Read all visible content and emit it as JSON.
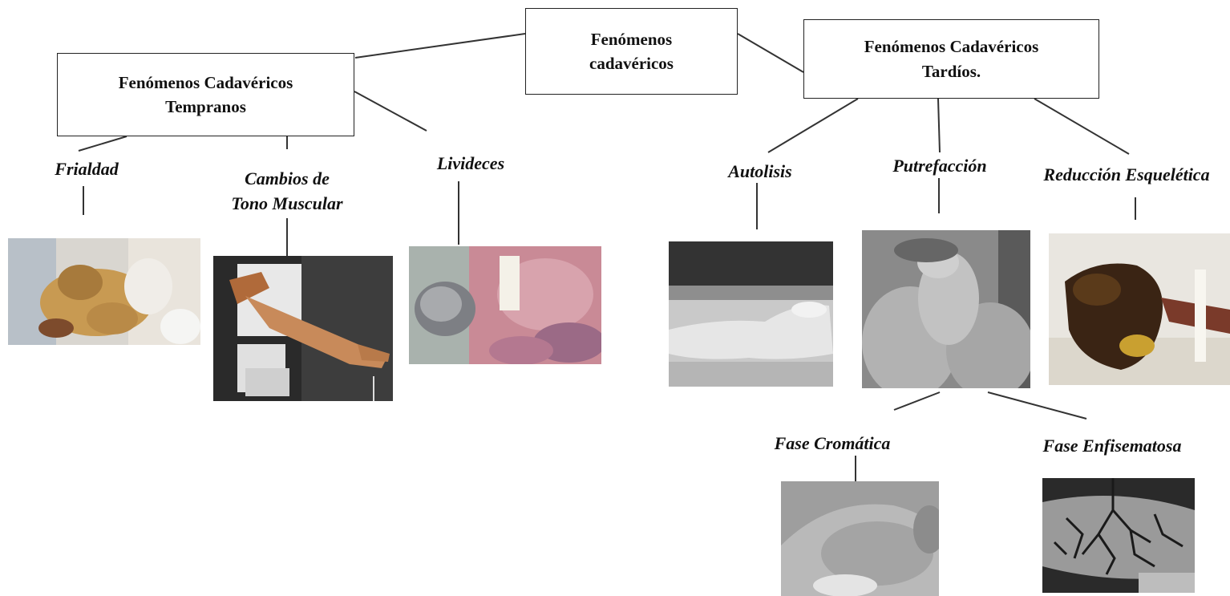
{
  "root": {
    "title_line1": "Fenómenos",
    "title_line2": "cadavéricos"
  },
  "early": {
    "title_line1": "Fenómenos Cadavéricos",
    "title_line2": "Tempranos",
    "items": [
      {
        "label": "Frialdad"
      },
      {
        "label_line1": "Cambios de",
        "label_line2": "Tono Muscular"
      },
      {
        "label": "Livideces"
      }
    ]
  },
  "late": {
    "title_line1": "Fenómenos Cadavéricos",
    "title_line2": "Tardíos.",
    "items": [
      {
        "label": "Autolisis"
      },
      {
        "label": "Putrefacción"
      },
      {
        "label": "Reducción Esquelética"
      }
    ]
  },
  "putrefaction_phases": [
    {
      "label": "Fase Cromática"
    },
    {
      "label": "Fase Enfisematosa"
    }
  ]
}
